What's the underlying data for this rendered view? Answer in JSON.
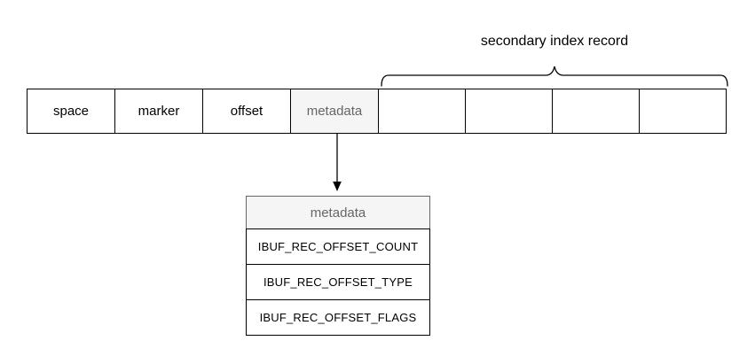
{
  "diagram": {
    "brace_label": "secondary index record",
    "record_row": {
      "cells": [
        {
          "label": "space"
        },
        {
          "label": "marker"
        },
        {
          "label": "offset"
        },
        {
          "label": "metadata"
        },
        {
          "label": ""
        },
        {
          "label": ""
        },
        {
          "label": ""
        },
        {
          "label": ""
        }
      ]
    },
    "detail_table": {
      "header": "metadata",
      "rows": [
        {
          "label": "IBUF_REC_OFFSET_COUNT"
        },
        {
          "label": "IBUF_REC_OFFSET_TYPE"
        },
        {
          "label": "IBUF_REC_OFFSET_FLAGS"
        }
      ]
    },
    "colors": {
      "shaded_fill": "#f5f5f5",
      "shaded_text": "#666666",
      "line": "#000000",
      "background": "#ffffff"
    }
  }
}
